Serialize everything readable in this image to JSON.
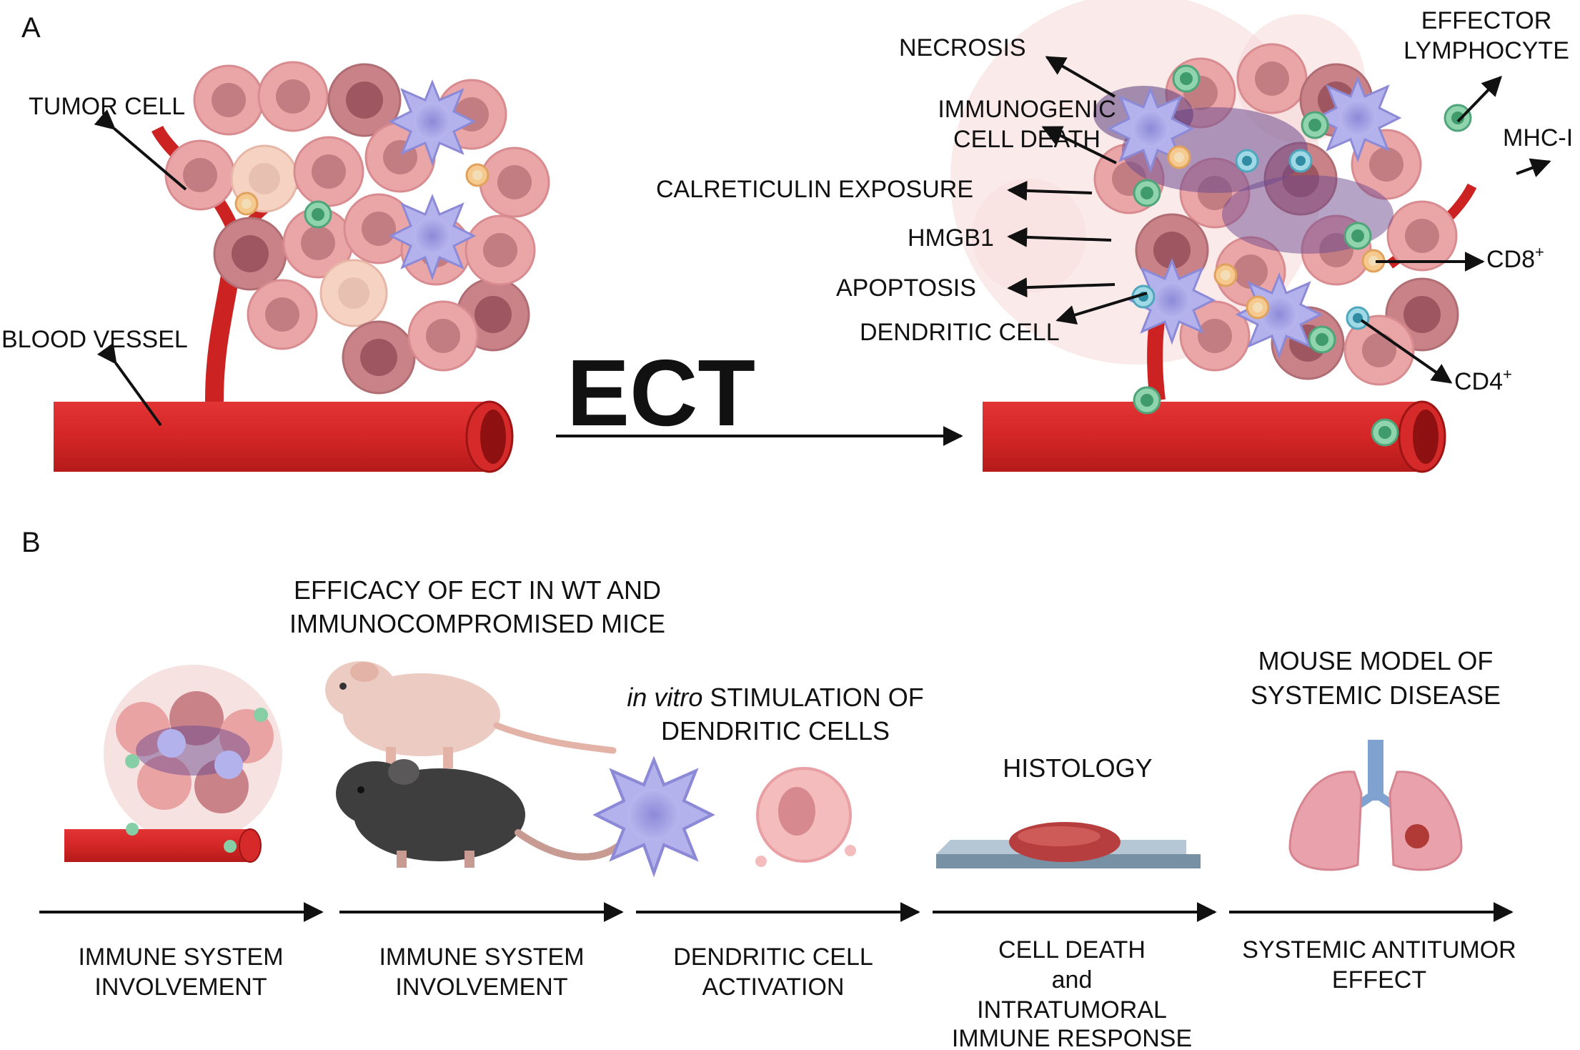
{
  "panel_a": {
    "letter": "A",
    "tumor_cell": "TUMOR CELL",
    "blood_vessel": "BLOOD VESSEL",
    "ect": "ECT",
    "necrosis": "NECROSIS",
    "icd_1": "IMMUNOGENIC",
    "icd_2": "CELL DEATH",
    "calreticulin": "CALRETICULIN EXPOSURE",
    "hmgb1": "HMGB1",
    "apoptosis": "APOPTOSIS",
    "dendritic_cell": "DENDRITIC CELL",
    "effector_1": "EFFECTOR",
    "effector_2": "LYMPHOCYTE",
    "mhc": "MHC-I",
    "cd8": "CD8",
    "cd4": "CD4",
    "sup": "+"
  },
  "panel_b": {
    "letter": "B",
    "title_1": "EFFICACY OF ECT IN WT AND",
    "title_2": "IMMUNOCOMPROMISED MICE",
    "invitro_italic": "in vitro",
    "invitro_rest": " STIMULATION OF",
    "invitro_2": "DENDRITIC CELLS",
    "histology": "HISTOLOGY",
    "mouse_1": "MOUSE MODEL OF",
    "mouse_2": "SYSTEMIC DISEASE",
    "step1_1": "IMMUNE SYSTEM",
    "step1_2": "INVOLVEMENT",
    "step2_1": "IMMUNE SYSTEM",
    "step2_2": "INVOLVEMENT",
    "step3_1": "DENDRITIC CELL",
    "step3_2": "ACTIVATION",
    "step4_1": "CELL DEATH",
    "step4_2": "and",
    "step4_3": "INTRATUMORAL",
    "step4_4": "IMMUNE RESPONSE",
    "step5_1": "SYSTEMIC ANTITUMOR",
    "step5_2": "EFFECT"
  },
  "colors": {
    "vessel": "#d62a2a",
    "tumor": "#e9a3a3",
    "tumor_dark": "#b86d72",
    "dendritic": "#a7a6e6",
    "lymphocyte": "#86cfa6",
    "necrosis": "#6e4a8e",
    "mouse_dark": "#3f3e3e",
    "mouse_nude": "#eccbc2",
    "lung": "#e9a2ab"
  }
}
